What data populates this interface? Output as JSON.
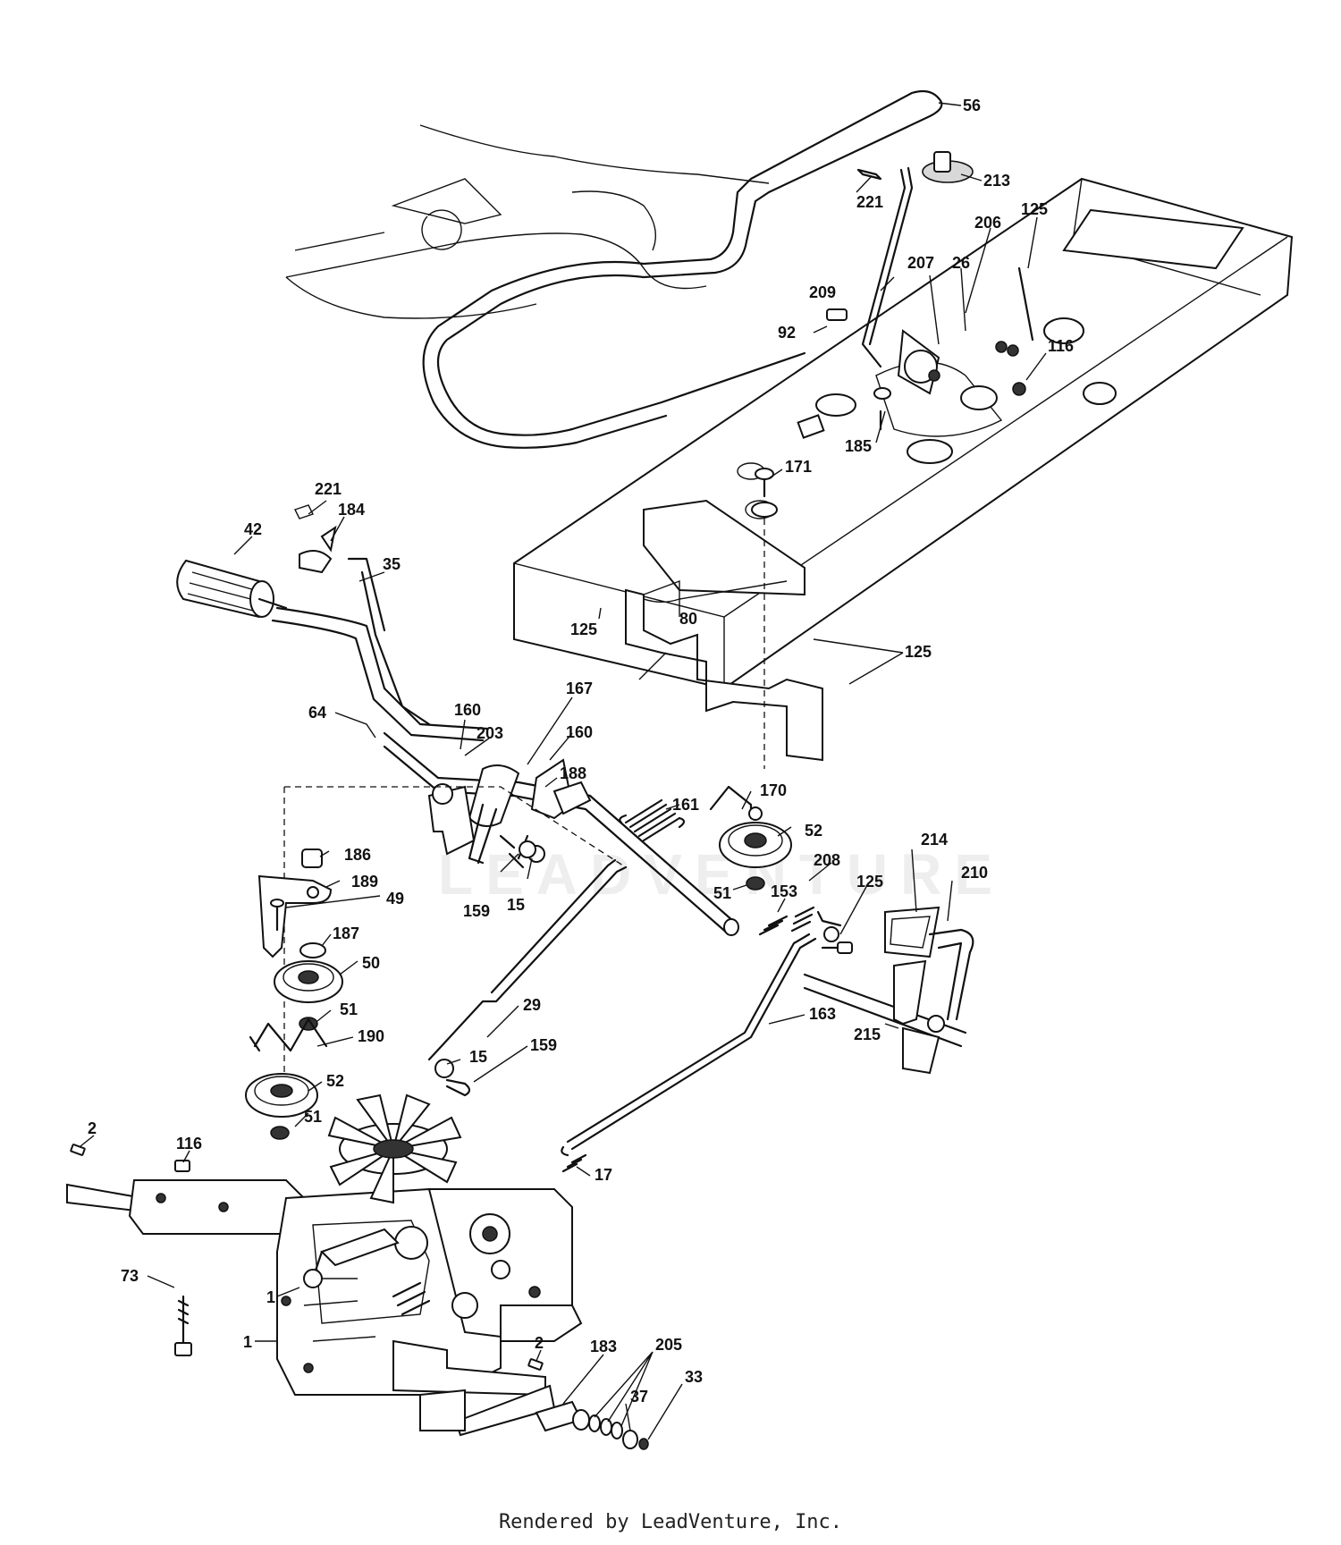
{
  "watermark": "LEADVENTURE",
  "footer_text": "Rendered by LeadVenture, Inc.",
  "callouts": {
    "c56": "56",
    "c213": "213",
    "c221a": "221",
    "c125a": "125",
    "c206": "206",
    "c209": "209",
    "c207": "207",
    "c26": "26",
    "c92": "92",
    "c116a": "116",
    "c185": "185",
    "c171": "171",
    "c221b": "221",
    "c184": "184",
    "c42": "42",
    "c35": "35",
    "c125b": "125",
    "c80": "80",
    "c125c": "125",
    "c167": "167",
    "c64": "64",
    "c160a": "160",
    "c203": "203",
    "c160b": "160",
    "c188": "188",
    "c161": "161",
    "c170": "170",
    "c52a": "52",
    "c186": "186",
    "c189": "189",
    "c49": "49",
    "c159a": "159",
    "c15a": "15",
    "c51a": "51",
    "c208": "208",
    "c214": "214",
    "c125d": "125",
    "c210": "210",
    "c153": "153",
    "c187": "187",
    "c50": "50",
    "c51b": "51",
    "c29": "29",
    "c190": "190",
    "c163": "163",
    "c215": "215",
    "c15b": "15",
    "c159b": "159",
    "c52b": "52",
    "c51c": "51",
    "c2a": "2",
    "c116b": "116",
    "c17": "17",
    "c73": "73",
    "c1a": "1",
    "c1b": "1",
    "c2b": "2",
    "c183": "183",
    "c205": "205",
    "c37": "37",
    "c33": "33"
  }
}
